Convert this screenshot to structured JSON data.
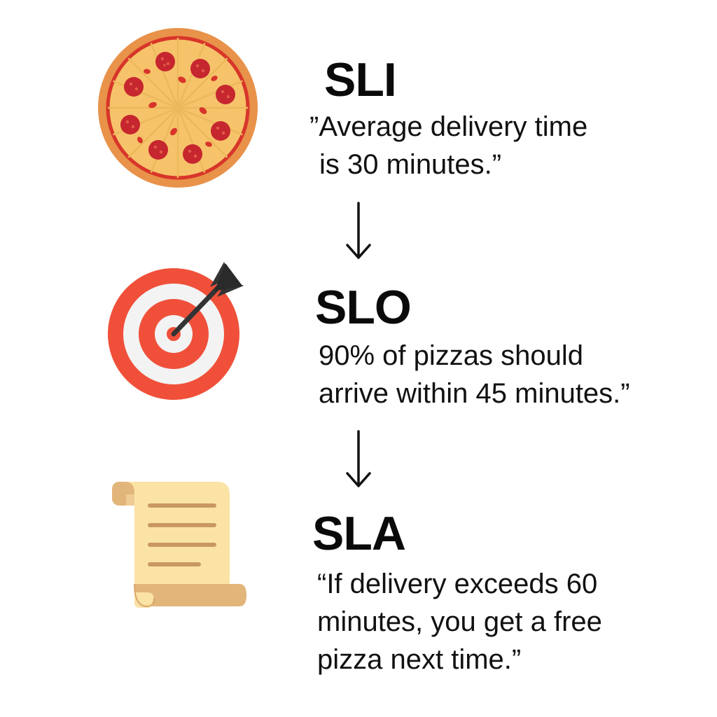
{
  "diagram": {
    "steps": [
      {
        "id": "sli",
        "icon": "pizza-icon",
        "heading": "SLI",
        "text_lines": [
          "”Average delivery time",
          "is 30 minutes.”"
        ]
      },
      {
        "id": "slo",
        "icon": "target-icon",
        "heading": "SLO",
        "text_lines": [
          "90% of pizzas should",
          "arrive within 45 minutes.”"
        ]
      },
      {
        "id": "sla",
        "icon": "scroll-icon",
        "heading": "SLA",
        "text_lines": [
          "“If delivery exceeds 60",
          "minutes, you get a free",
          "pizza next time.”"
        ]
      }
    ],
    "connectors": [
      "down-arrow-icon",
      "down-arrow-icon"
    ]
  },
  "colors": {
    "pizza_crust": "#E8924A",
    "pizza_cheese": "#F6C36A",
    "pizza_sauce": "#D8352A",
    "pepperoni": "#C6262E",
    "target_red": "#F0503A",
    "target_white": "#F3F3F3",
    "dart_dark": "#333333",
    "scroll_paper": "#FBE3A6",
    "scroll_roll": "#E2B57B",
    "scroll_lines": "#C99862",
    "text": "#111111"
  }
}
